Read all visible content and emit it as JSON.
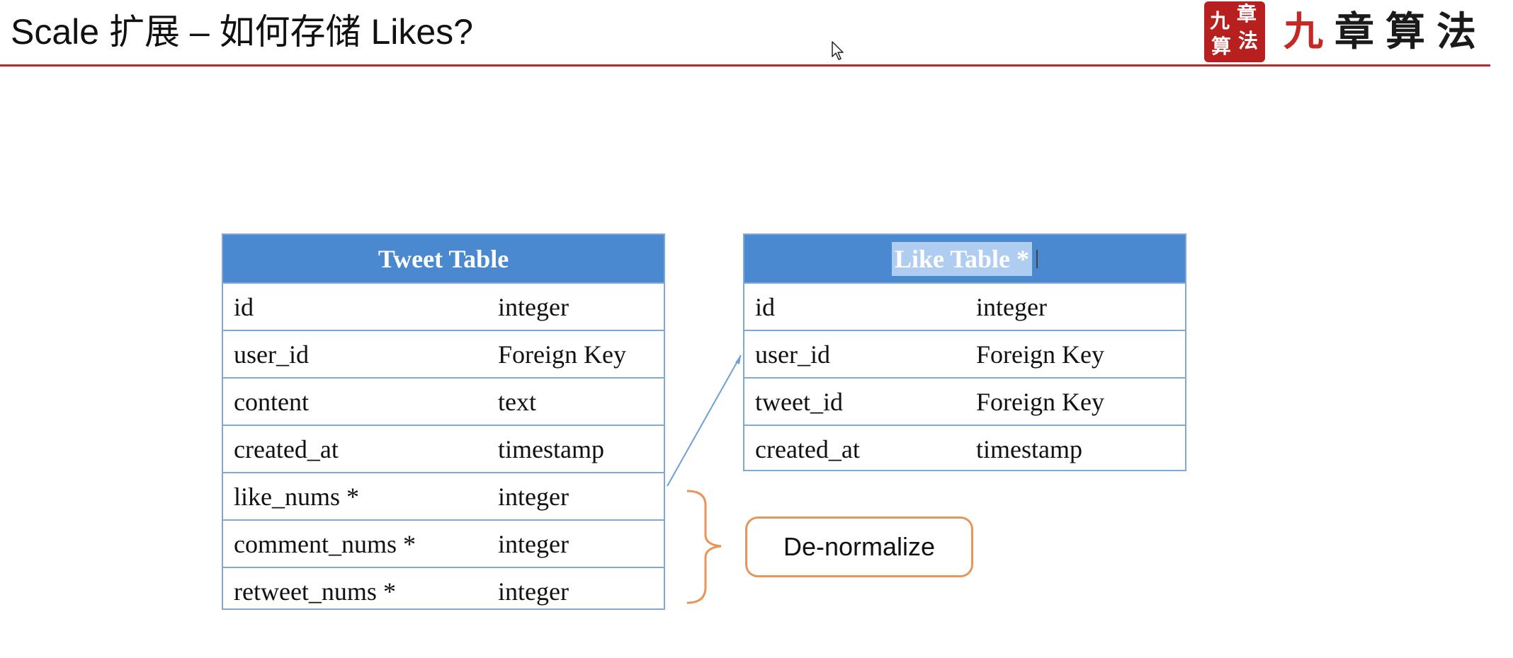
{
  "slide": {
    "title": "Scale 扩展 – 如何存储 Likes?"
  },
  "logo": {
    "seal_chars": [
      "九",
      "章",
      "算",
      "法"
    ],
    "text_red": "九",
    "text_dark": "章算法"
  },
  "tweet_table": {
    "title": "Tweet Table",
    "rows": [
      {
        "name": "id",
        "type": "integer"
      },
      {
        "name": "user_id",
        "type": "Foreign Key"
      },
      {
        "name": "content",
        "type": "text"
      },
      {
        "name": "created_at",
        "type": "timestamp"
      },
      {
        "name": "like_nums *",
        "type": "integer"
      },
      {
        "name": "comment_nums *",
        "type": "integer"
      },
      {
        "name": "retweet_nums *",
        "type": "integer"
      }
    ]
  },
  "like_table": {
    "title": "Like Table *",
    "rows": [
      {
        "name": "id",
        "type": "integer"
      },
      {
        "name": "user_id",
        "type": "Foreign Key"
      },
      {
        "name": "tweet_id",
        "type": "Foreign Key"
      },
      {
        "name": "created_at",
        "type": "timestamp"
      }
    ]
  },
  "annotation": {
    "label": "De-normalize"
  },
  "colors": {
    "header_fill": "#4a89cf",
    "table_border": "#7fa7d7",
    "title_rule": "#c2262b",
    "bracket": "#e8945a",
    "arrow": "#6f9fd4"
  }
}
